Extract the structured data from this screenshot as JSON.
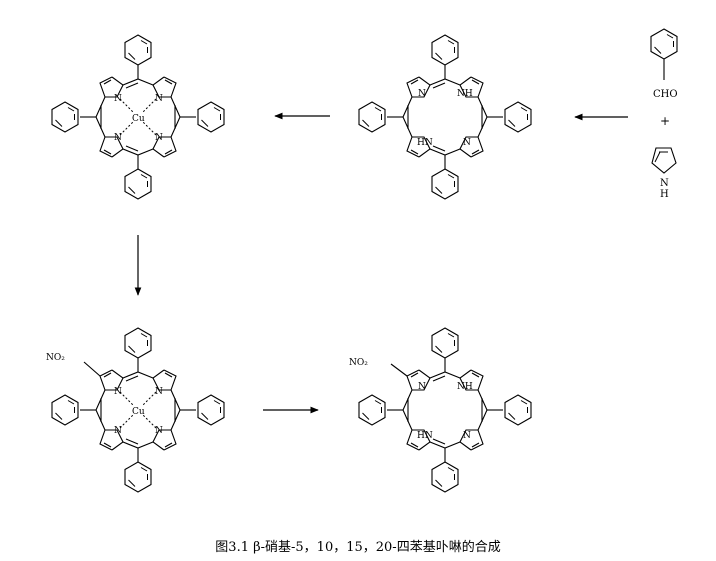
{
  "reagents": {
    "aldehyde": "CHO",
    "plus": "+",
    "pyrrole_nh": "N",
    "pyrrole_h": "H"
  },
  "porphyrin_labels": {
    "free_base": {
      "n_top_left": "N",
      "nh_top_right": "NH",
      "hn_bottom_left": "HN",
      "n_bottom_right": "N"
    },
    "metal": {
      "n1": "N",
      "n2": "N",
      "n3": "N",
      "n4": "N",
      "metal": "Cu"
    },
    "nitro_substituent": "NO₂"
  },
  "caption": "图3.1 β-硝基-5，10，15，20-四苯基卟啉的合成"
}
